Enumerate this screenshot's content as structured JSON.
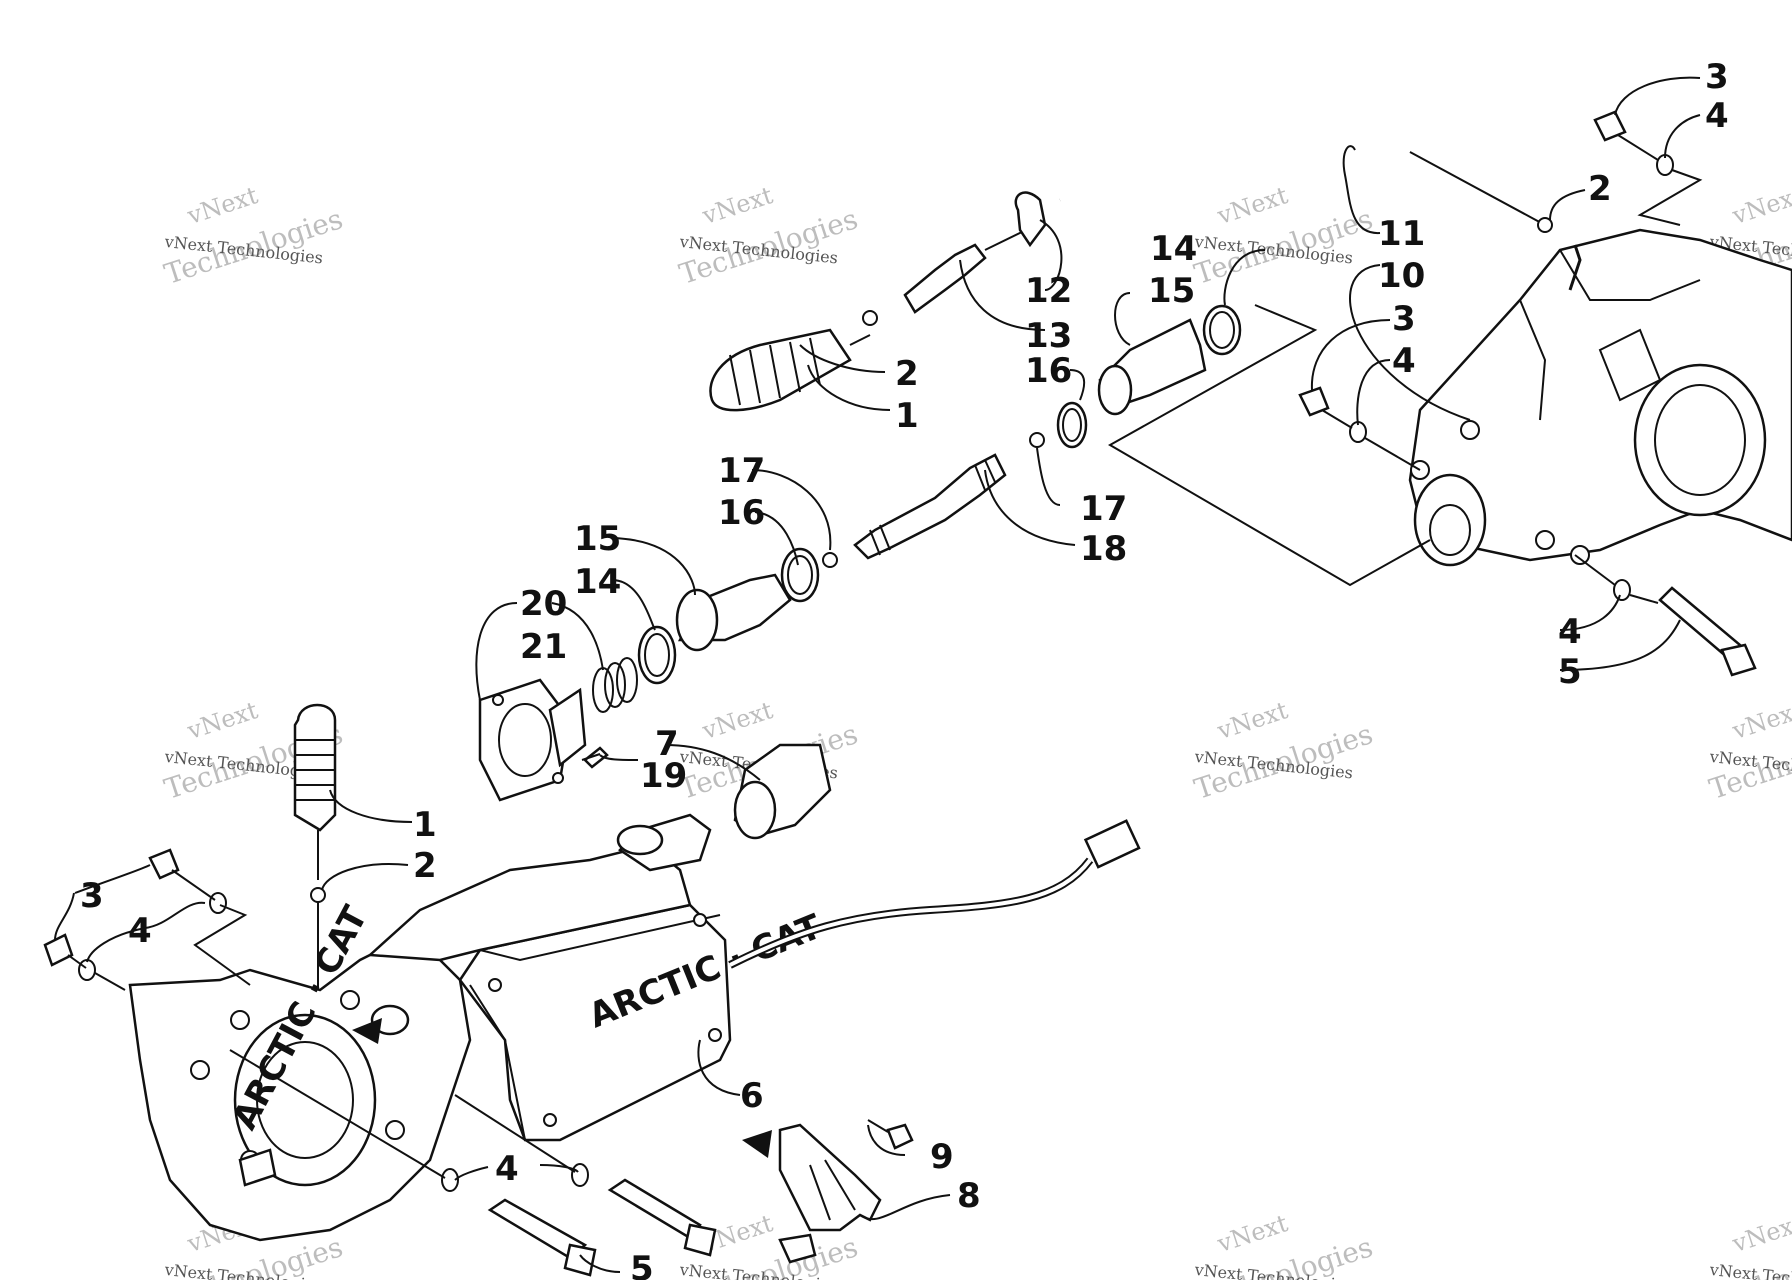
{
  "watermark": {
    "brand_line1": "vNext",
    "brand_line2": "Technologies",
    "caption": "vNext Technologies"
  },
  "labels": {
    "n1": "1",
    "n2": "2",
    "n3": "3",
    "n4": "4",
    "n5": "5",
    "n6": "6",
    "n7": "7",
    "n8": "8",
    "n9": "9",
    "n10": "10",
    "n11": "11",
    "n12": "12",
    "n13": "13",
    "n14": "14",
    "n15": "15",
    "n16": "16",
    "n17": "17",
    "n18": "18",
    "n19": "19",
    "n20": "20",
    "n21": "21"
  },
  "housing_text": {
    "cover_logo": "ARCTIC · CAT",
    "housing_logo": "ARCTIC · CAT"
  },
  "colors": {
    "line": "#111111",
    "watermark": "#bdbdbd",
    "background": "#ffffff"
  }
}
